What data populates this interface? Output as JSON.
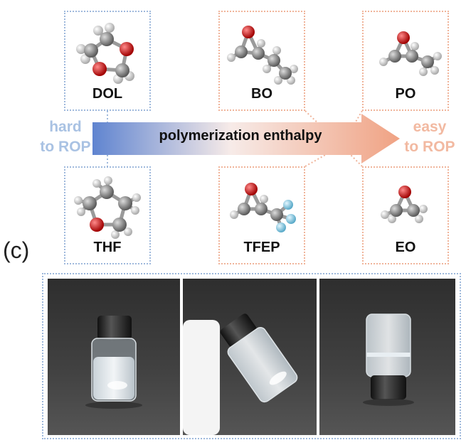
{
  "molecules": {
    "dol": "DOL",
    "bo": "BO",
    "po": "PO",
    "thf": "THF",
    "tfep": "TFEP",
    "eo": "EO"
  },
  "left_label": [
    "hard",
    "to ROP"
  ],
  "right_label": [
    "easy",
    "to ROP"
  ],
  "arrow_label": "polymerization enthalpy",
  "panel_label": "(c)",
  "colors": {
    "carbon": "#7a7a7a",
    "oxygen": "#d01010",
    "hydrogen": "#e6e6e6",
    "fluorine": "#86d0ea",
    "arrow_start": "#5f84d0",
    "arrow_end": "#f0a283",
    "blue_border": "#9fb9dc",
    "peach_border": "#f0b49a"
  }
}
